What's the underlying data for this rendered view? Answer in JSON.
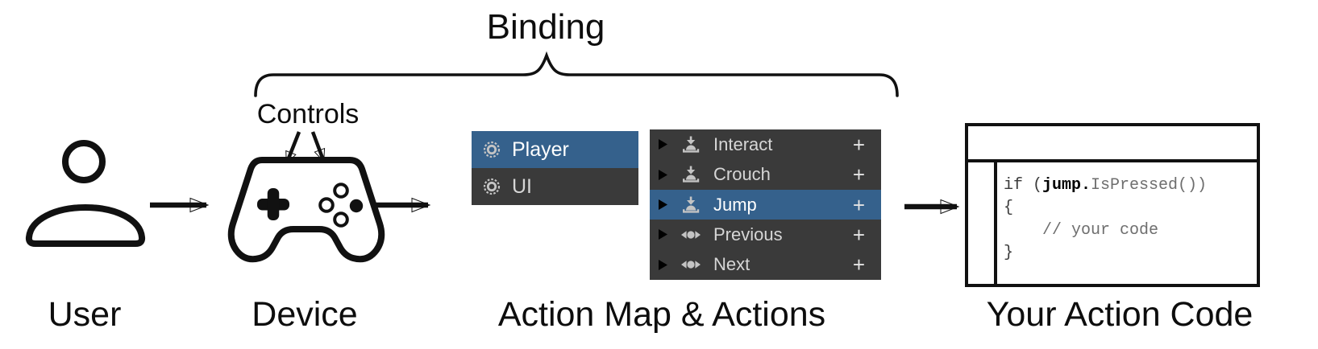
{
  "binding_label": "Binding",
  "controls_label": "Controls",
  "captions": {
    "user": "User",
    "device": "Device",
    "action_map": "Action Map & Actions",
    "action_code": "Your Action Code"
  },
  "colors": {
    "selection_blue": "#35618c",
    "panel_dark": "#3a3a3a",
    "panel_text": "#d6d6d6",
    "selected_text": "#ffffff",
    "icon_gray": "#c4c4c4",
    "foldout_gray": "#808080",
    "foldout_on_selected": "#7693ad",
    "code_base": "#3a3a3a",
    "code_dim": "#6e6e6e"
  },
  "action_map_panel": {
    "items": [
      {
        "label": "Player",
        "icon": "action-map-icon",
        "selected": true
      },
      {
        "label": "UI",
        "icon": "action-map-icon",
        "selected": false
      }
    ]
  },
  "actions_panel": {
    "add_button_label": "+",
    "items": [
      {
        "label": "Interact",
        "icon": "button-press-icon",
        "selected": false
      },
      {
        "label": "Crouch",
        "icon": "button-press-icon",
        "selected": false
      },
      {
        "label": "Jump",
        "icon": "button-press-icon",
        "selected": true
      },
      {
        "label": "Previous",
        "icon": "axis-icon",
        "selected": false
      },
      {
        "label": "Next",
        "icon": "axis-icon",
        "selected": false
      }
    ]
  },
  "code_window": {
    "line1": {
      "pre": "if (",
      "bold": "jump.",
      "rest": "IsPressed())"
    },
    "line2": "{",
    "line3": "    // your code",
    "line4": "}"
  }
}
